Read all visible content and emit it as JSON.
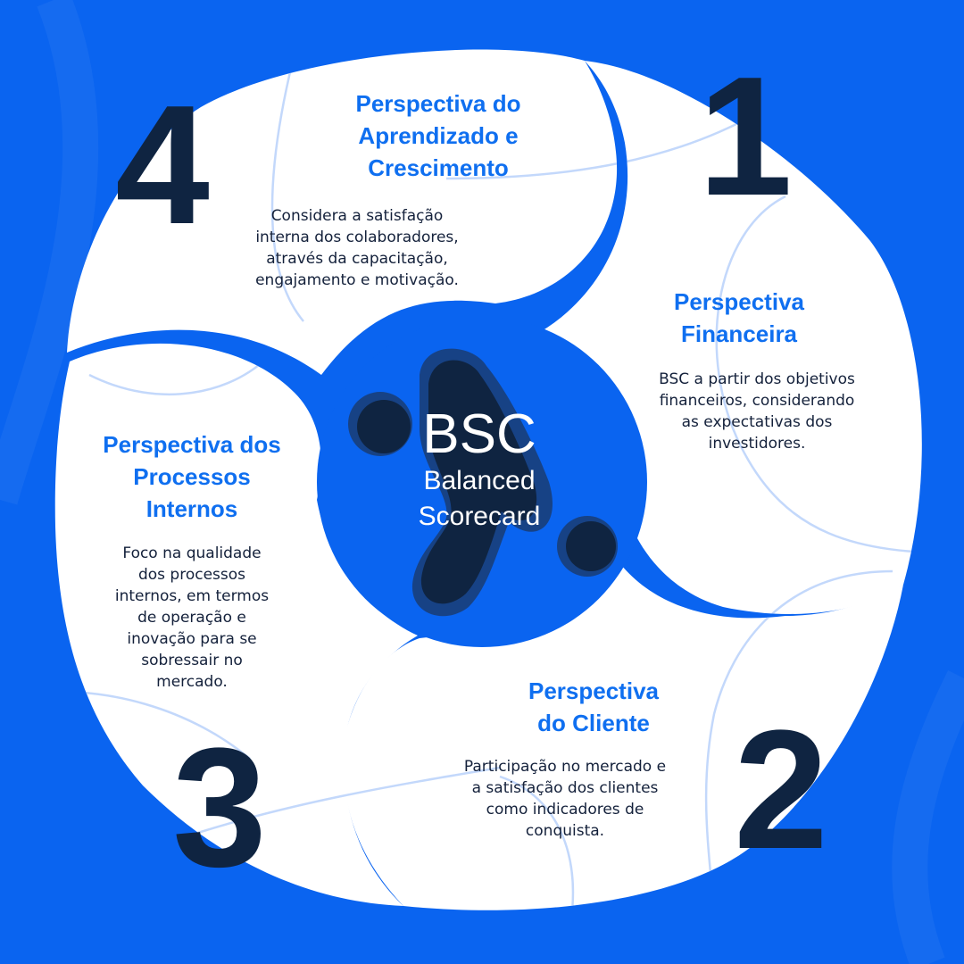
{
  "colors": {
    "background": "#0a64f0",
    "petal": "#ffffff",
    "title": "#0f6ff0",
    "text": "#14213b",
    "number": "#0f2441",
    "center_circle": "#0a64f0",
    "center_blob": "#0f2441"
  },
  "center": {
    "title": "BSC",
    "subtitle_line1": "Balanced",
    "subtitle_line2": "Scorecard"
  },
  "perspectives": [
    {
      "number": "1",
      "title_lines": [
        "Perspectiva",
        "Financeira"
      ],
      "desc_lines": [
        "BSC a partir dos objetivos",
        "financeiros, considerando",
        "as expectativas dos",
        "investidores."
      ]
    },
    {
      "number": "2",
      "title_lines": [
        "Perspectiva",
        "do Cliente"
      ],
      "desc_lines": [
        "Participação no mercado e",
        "a satisfação dos clientes",
        "como indicadores de",
        "conquista."
      ]
    },
    {
      "number": "3",
      "title_lines": [
        "Perspectiva dos",
        "Processos",
        "Internos"
      ],
      "desc_lines": [
        "Foco na qualidade",
        "dos processos",
        "internos, em termos",
        "de operação e",
        "inovação para se",
        "sobressair no",
        "mercado."
      ]
    },
    {
      "number": "4",
      "title_lines": [
        "Perspectiva do",
        "Aprendizado e",
        "Crescimento"
      ],
      "desc_lines": [
        "Considera a satisfação",
        "interna dos colaboradores,",
        "através da capacitação,",
        "engajamento e motivação."
      ]
    }
  ]
}
